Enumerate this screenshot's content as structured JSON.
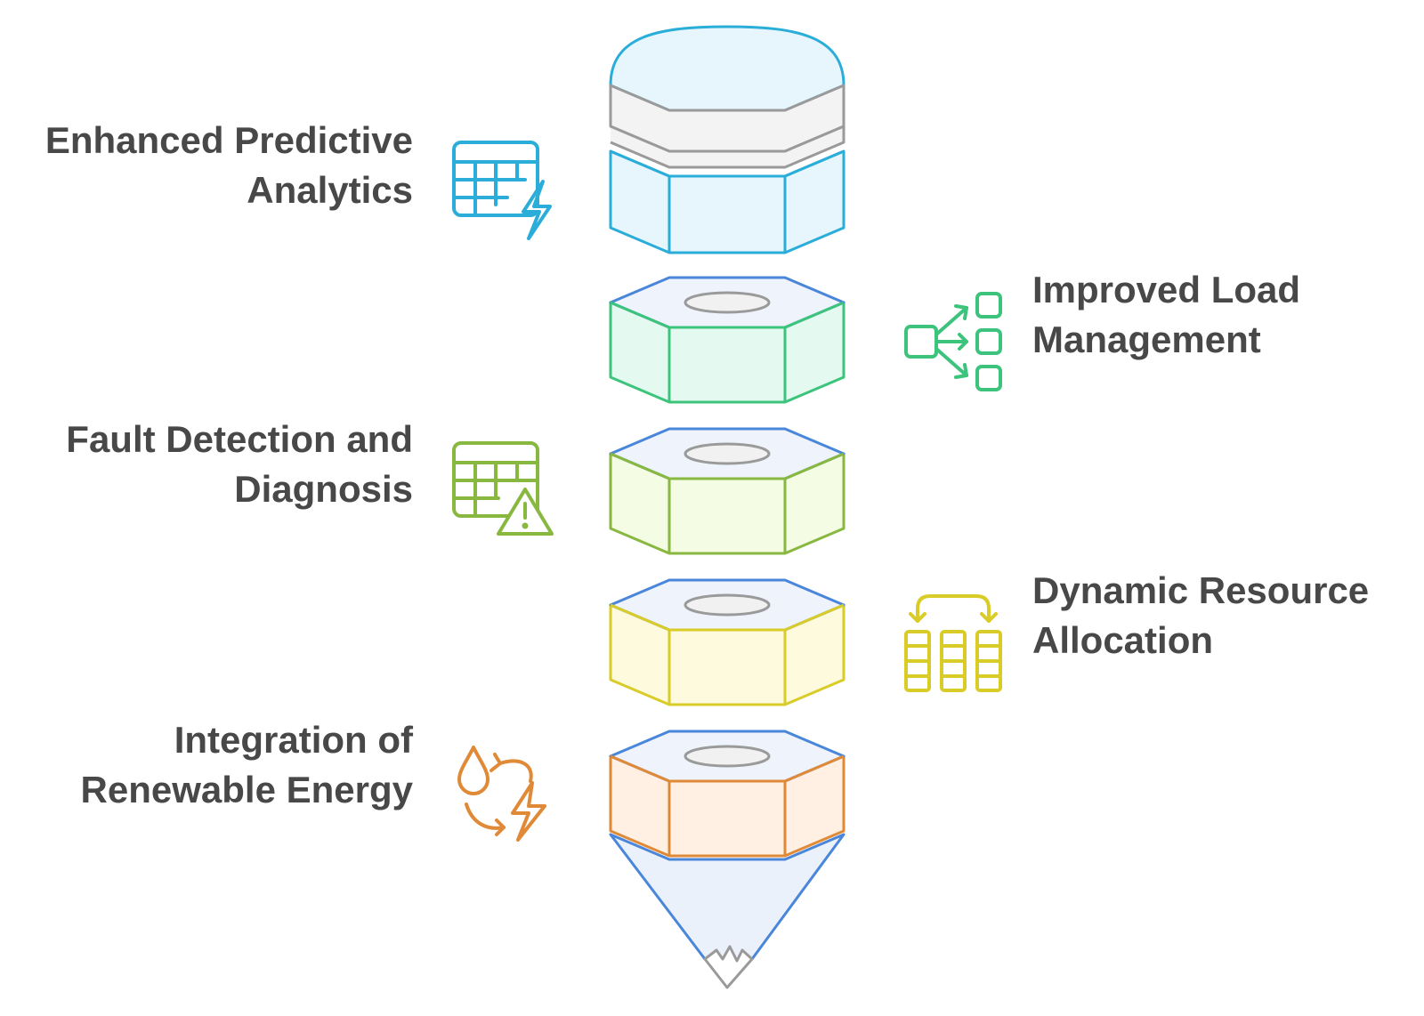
{
  "diagram": {
    "items": [
      {
        "id": "predictive",
        "lines": [
          "Enhanced Predictive",
          "Analytics"
        ],
        "side": "left",
        "color": "#2BADD9",
        "icon": "table-lightning-icon"
      },
      {
        "id": "load",
        "lines": [
          "Improved Load",
          "Management"
        ],
        "side": "right",
        "color": "#3CC47C",
        "icon": "distribution-icon"
      },
      {
        "id": "fault",
        "lines": [
          "Fault Detection and",
          "Diagnosis"
        ],
        "side": "left",
        "color": "#88B840",
        "icon": "table-warning-icon"
      },
      {
        "id": "resource",
        "lines": [
          "Dynamic Resource",
          "Allocation"
        ],
        "side": "right",
        "color": "#D9CC28",
        "icon": "columns-swap-icon"
      },
      {
        "id": "renewable",
        "lines": [
          "Integration of",
          "Renewable Energy"
        ],
        "side": "left",
        "color": "#E08A38",
        "icon": "water-energy-cycle-icon"
      }
    ]
  }
}
